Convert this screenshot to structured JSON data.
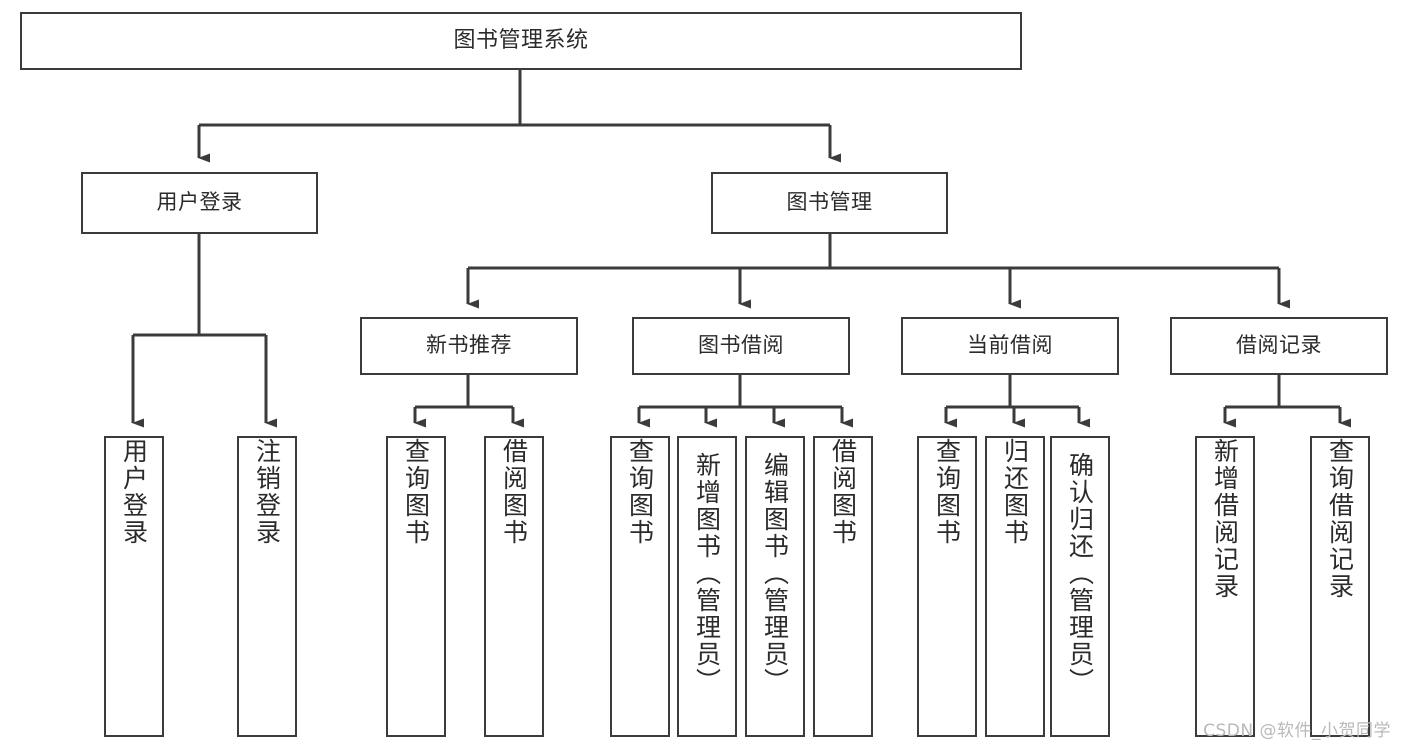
{
  "diagram": {
    "title": "图书管理系统",
    "type": "tree",
    "watermark": "CSDN @软件_小贺同学",
    "colors": {
      "node_border": "#3b3b3b",
      "node_fill": "#ffffff",
      "connector": "#3b3b3b",
      "text": "#2b2b2b",
      "watermark": "#b9b9b9",
      "background": "#ffffff"
    },
    "nodes": {
      "root": {
        "label": "图书管理系统"
      },
      "level2": [
        {
          "id": "user-login",
          "label": "用户登录"
        },
        {
          "id": "book-manage",
          "label": "图书管理"
        }
      ],
      "level3": [
        {
          "id": "new-book-recommend",
          "label": "新书推荐"
        },
        {
          "id": "book-borrow",
          "label": "图书借阅"
        },
        {
          "id": "current-borrow",
          "label": "当前借阅"
        },
        {
          "id": "borrow-record",
          "label": "借阅记录"
        }
      ],
      "leaves": {
        "user-login": [
          {
            "id": "leaf-user-login",
            "label": "用户登录"
          },
          {
            "id": "leaf-user-logout",
            "label": "注销登录"
          }
        ],
        "new-book-recommend": [
          {
            "id": "leaf-query-book-1",
            "label": "查询图书"
          },
          {
            "id": "leaf-borrow-book-1",
            "label": "借阅图书"
          }
        ],
        "book-borrow": [
          {
            "id": "leaf-query-book-2",
            "label": "查询图书"
          },
          {
            "id": "leaf-add-book",
            "label": "新增图书（管理员）"
          },
          {
            "id": "leaf-edit-book",
            "label": "编辑图书（管理员）"
          },
          {
            "id": "leaf-borrow-book-2",
            "label": "借阅图书"
          }
        ],
        "current-borrow": [
          {
            "id": "leaf-query-book-3",
            "label": "查询图书"
          },
          {
            "id": "leaf-return-book",
            "label": "归还图书"
          },
          {
            "id": "leaf-confirm-return",
            "label": "确认归还（管理员）"
          }
        ],
        "borrow-record": [
          {
            "id": "leaf-add-record",
            "label": "新增借阅记录"
          },
          {
            "id": "leaf-query-record",
            "label": "查询借阅记录"
          }
        ]
      }
    }
  }
}
